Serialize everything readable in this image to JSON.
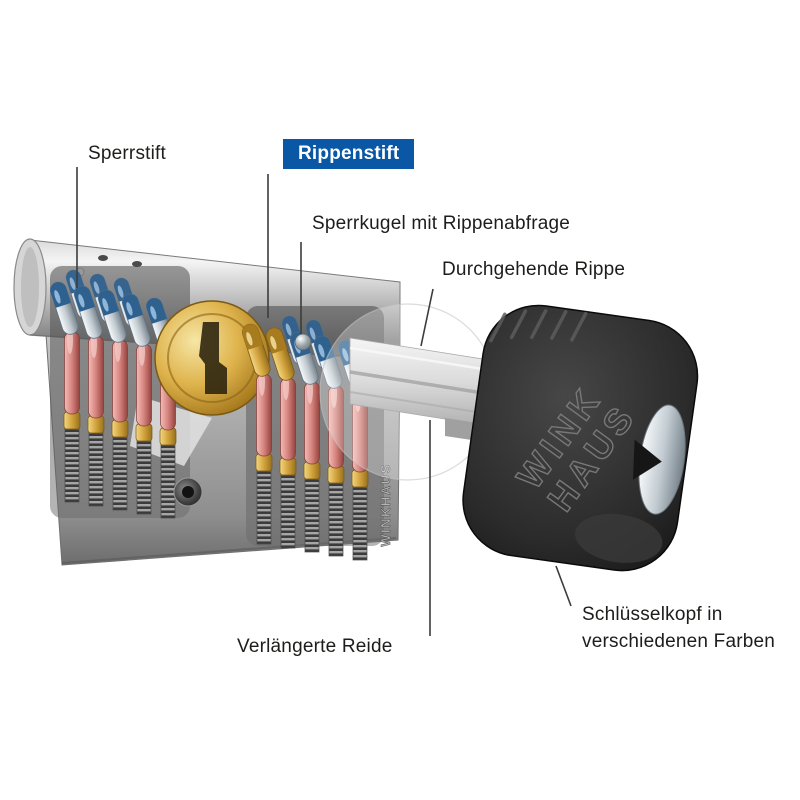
{
  "callouts": {
    "sperrstift": "Sperrstift",
    "rippenstift": "Rippenstift",
    "sperrkugel": "Sperrkugel mit Rippenabfrage",
    "durchgehende_rippe": "Durchgehende Rippe",
    "verlaengerte_reide": "Verlängerte Reide",
    "schluesselkopf_line1": "Schlüsselkopf in",
    "schluesselkopf_line2": "verschiedenen Farben"
  },
  "branding": {
    "cylinder_text": "WINKHAUS",
    "key_text_line1": "WINK",
    "key_text_line2": "HAUS"
  },
  "colors": {
    "background": "#ffffff",
    "highlight_bg": "#0a57a5",
    "highlight_text": "#ffffff",
    "label_text": "#1d1d1b",
    "leader_line": "#3c3c3b"
  }
}
